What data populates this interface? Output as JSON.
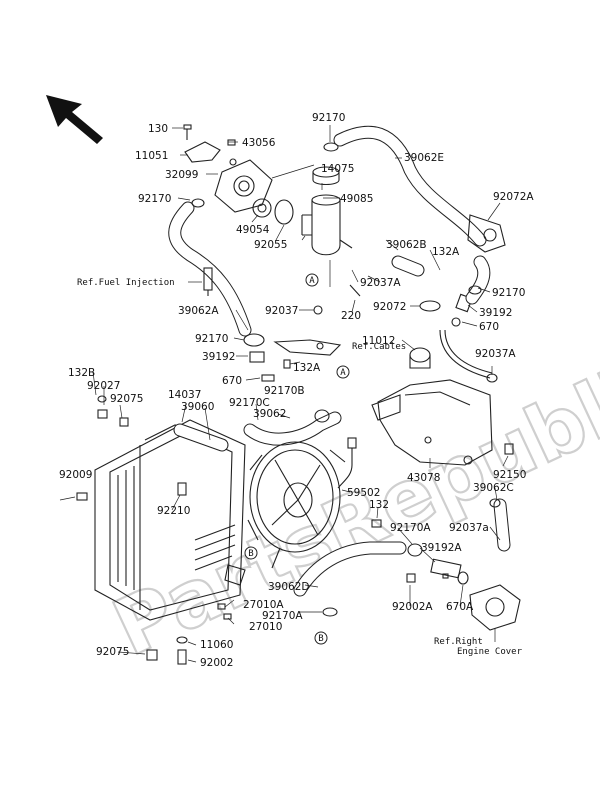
{
  "watermark": "PartsRepublik",
  "labels": {
    "p130": "130",
    "p43056": "43056",
    "p11051": "11051",
    "p32099": "32099",
    "p92170_top": "92170",
    "p39062E": "39062E",
    "p14075": "14075",
    "p49085": "49085",
    "p92072A": "92072A",
    "p92170_left": "92170",
    "p49054": "49054",
    "p92055": "92055",
    "p39062B": "39062B",
    "p132A_top": "132A",
    "p92037A_mid": "92037A",
    "p92170_right": "92170",
    "p39062A": "39062A",
    "p92037": "92037",
    "p220": "220",
    "p92072": "92072",
    "p39192_right": "39192",
    "p670_right": "670",
    "p92170_mid": "92170",
    "p39192_left": "39192",
    "p11012": "11012",
    "p92037A_right": "92037A",
    "p670_left": "670",
    "p132A_low": "132A",
    "p92170B": "92170B",
    "p132B": "132B",
    "p92027": "92027",
    "p92075_top": "92075",
    "p14037": "14037",
    "p39060": "39060",
    "p92170C": "92170C",
    "p39062_mid": "39062",
    "p43078": "43078",
    "p92150": "92150",
    "p39062C": "39062C",
    "p92009": "92009",
    "p59502": "59502",
    "p132": "132",
    "p92210": "92210",
    "p92170A_mid": "92170A",
    "p39192A": "39192A",
    "p92037a": "92037a",
    "p39062D": "39062D",
    "p92002A": "92002A",
    "p670A": "670A",
    "p27010A": "27010A",
    "p92170A_low": "92170A",
    "p27010": "27010",
    "p11060": "11060",
    "p92075_bot": "92075",
    "p92002": "92002"
  },
  "refs": {
    "fuel_injection": "Ref.Fuel Injection",
    "cables": "Ref.Cables",
    "right_engine_cover_1": "Ref.Right",
    "right_engine_cover_2": "Engine Cover"
  },
  "markers": {
    "a1": "A",
    "a2": "A",
    "b1": "B",
    "b2": "B"
  }
}
